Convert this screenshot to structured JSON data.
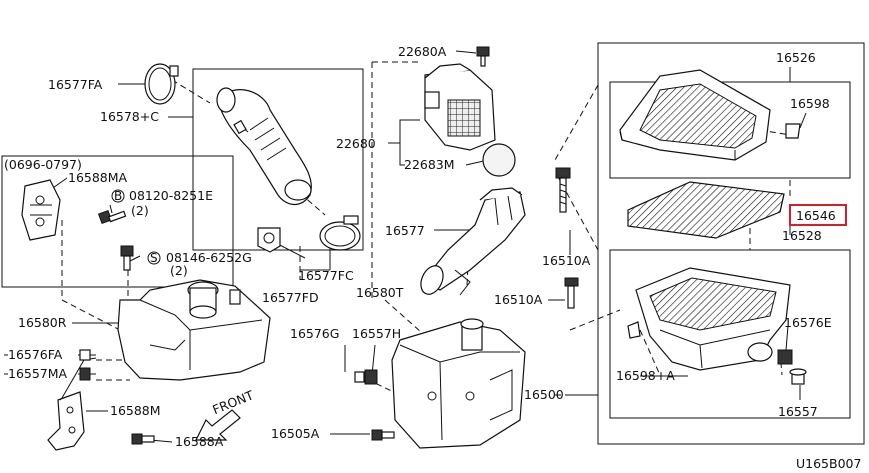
{
  "labels": {
    "p16577FA": "16577FA",
    "p16578C": "16578+C",
    "p0696": "(0696-0797)",
    "p16588MA": "16588MA",
    "p08120": "08120-8251E",
    "p08120b": "B",
    "p08120q": "(2)",
    "p08146": "08146-6252G",
    "p08146s": "S",
    "p08146q": "(2)",
    "p16577FD": "16577FD",
    "p16577FC": "16577FC",
    "p22680A": "22680A",
    "p22680": "22680",
    "p22683M": "22683M",
    "p16577": "16577",
    "p16580T": "16580T",
    "p16576G": "16576G",
    "p16557H": "16557H",
    "p16580R": "16580R",
    "p16576FA": "16576FA",
    "p16557MA": "16557MA",
    "p16588M": "16588M",
    "p16588A": "16588A",
    "front": "FRONT",
    "p16505A": "16505A",
    "p16510A_top": "16510A",
    "p16510A_bot": "16510A",
    "p16500": "16500",
    "p16526": "16526",
    "p16598": "16598",
    "p16546": "16546",
    "p16528": "16528",
    "p16576E": "16576E",
    "p16598A": "16598+A",
    "p16557": "16557",
    "code": "U165B007"
  },
  "colors": {
    "highlight": "#d21f2b",
    "ink": "#111111"
  }
}
